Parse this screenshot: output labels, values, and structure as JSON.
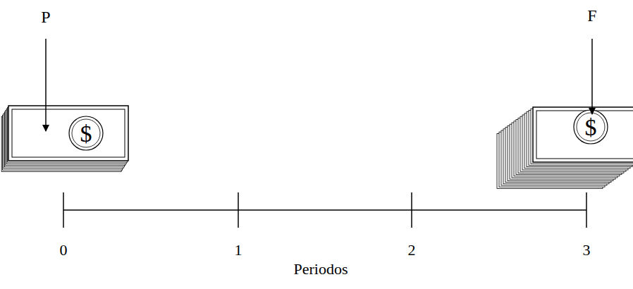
{
  "diagram": {
    "labels": [
      "P",
      "F",
      "$",
      "$",
      "0",
      "1",
      "2",
      "3",
      "Periodos"
    ]
  }
}
